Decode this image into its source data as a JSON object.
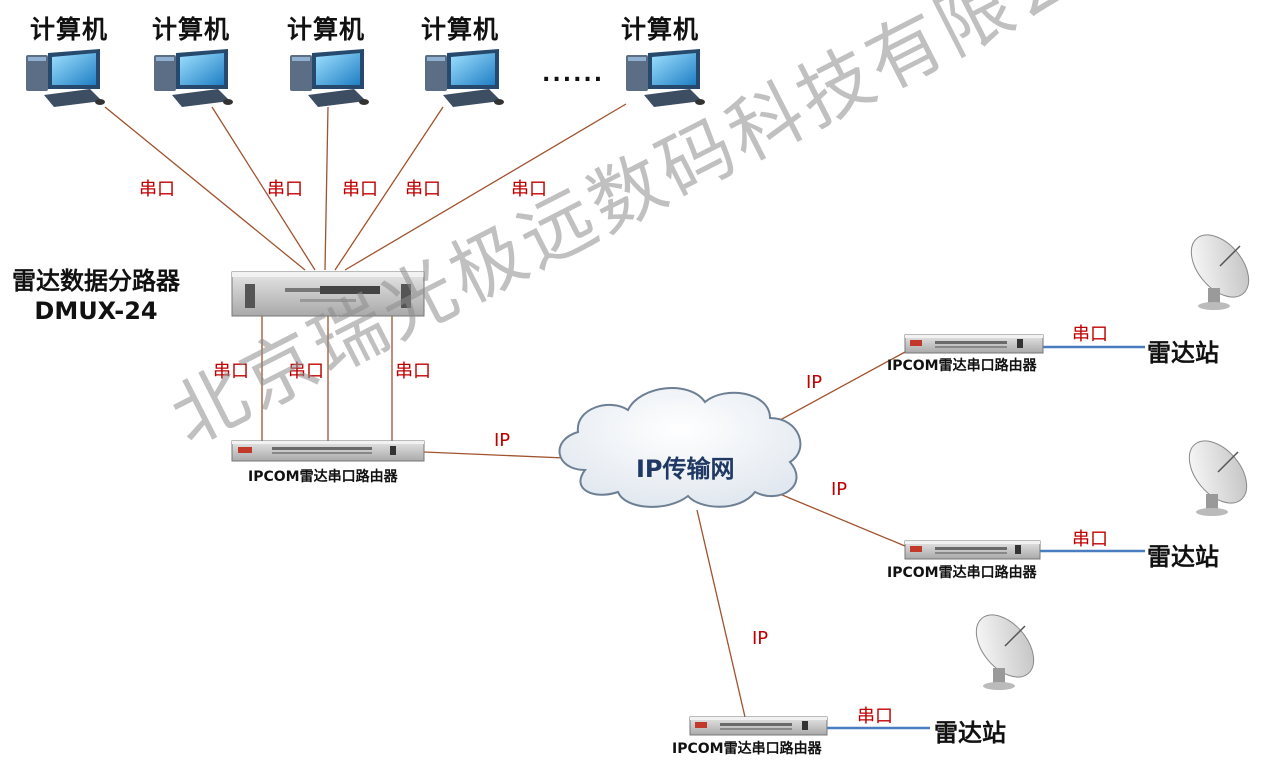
{
  "computers": [
    {
      "label": "计算机"
    },
    {
      "label": "计算机"
    },
    {
      "label": "计算机"
    },
    {
      "label": "计算机"
    },
    {
      "label": "计算机"
    }
  ],
  "ellipsis": "......",
  "serial_label": "串口",
  "ip_label": "IP",
  "dmux": {
    "name": "雷达数据分路器",
    "model": "DMUX-24"
  },
  "router_label": "IPCOM雷达串口路由器",
  "cloud_label": "IP传输网",
  "radar_label": "雷达站",
  "watermark": "北京瑞光极远数码科技有限公司",
  "colors": {
    "copper_line": "#a0522d",
    "blue_line": "#4a7cc0",
    "serial_text": "#c00000"
  }
}
